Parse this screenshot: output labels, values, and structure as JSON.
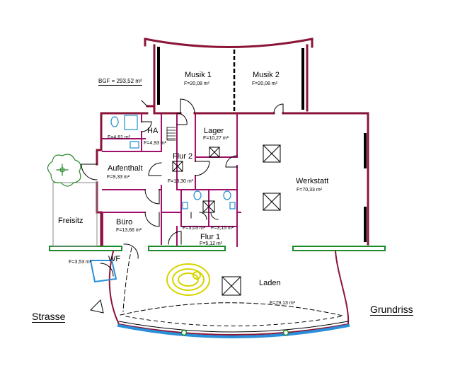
{
  "bgf": "BGF = 293,52 m²",
  "title": "Grundriss",
  "street": "Strasse",
  "rooms": [
    {
      "id": "musik1",
      "name": "Musik 1",
      "area": "F=20,08 m²"
    },
    {
      "id": "musik2",
      "name": "Musik 2",
      "area": "F=20,08 m²"
    },
    {
      "id": "ha",
      "name": "HA",
      "area": "F=4,93 m²"
    },
    {
      "id": "wc-top",
      "name": "",
      "area": "F=4,81 m²"
    },
    {
      "id": "lager",
      "name": "Lager",
      "area": "F=10,27 m²"
    },
    {
      "id": "aufenthalt",
      "name": "Aufenthalt",
      "area": "F=9,33 m²"
    },
    {
      "id": "flur2",
      "name": "Flur 2",
      "area": "F=13,30 m²"
    },
    {
      "id": "werkstatt",
      "name": "Werkstatt",
      "area": "F=70,33 m²"
    },
    {
      "id": "freisitz",
      "name": "Freisitz",
      "area": ""
    },
    {
      "id": "buero",
      "name": "Büro",
      "area": "F=13,66 m²"
    },
    {
      "id": "wc-a",
      "name": "",
      "area": "F=3,03 m²"
    },
    {
      "id": "wc-b",
      "name": "",
      "area": "F=3,15 m²"
    },
    {
      "id": "flur1",
      "name": "Flur 1",
      "area": "F=5,12 m²"
    },
    {
      "id": "wf",
      "name": "WF",
      "area": "F=3,53 m²"
    },
    {
      "id": "laden",
      "name": "Laden",
      "area": "F=79,13 m²"
    }
  ],
  "colors": {
    "wall": "#8b1538",
    "partition": "#a0106a",
    "window": "#1a8a2a",
    "glass": "#2a8fd8",
    "pattern": "#d8d400",
    "fixture": "#1a90d0",
    "tree": "#2a8a2a"
  }
}
